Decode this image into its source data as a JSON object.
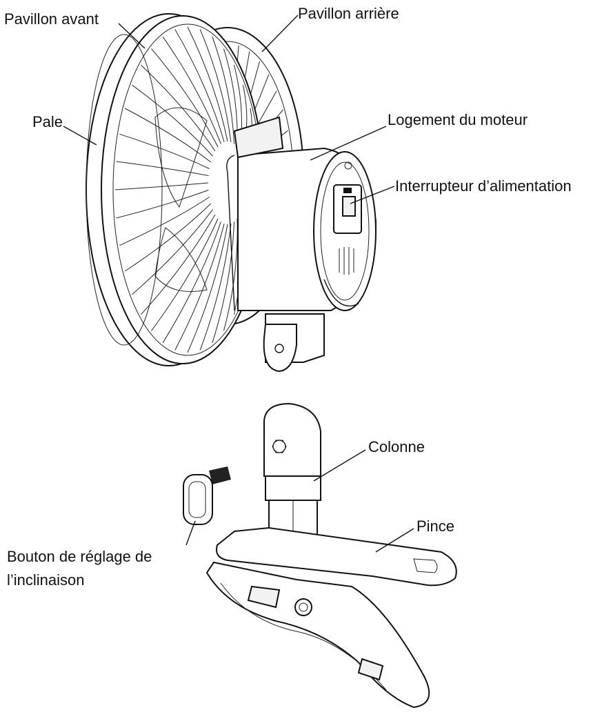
{
  "labels": {
    "front_grille": "Pavillon avant",
    "rear_grille": "Pavillon arrière",
    "blade": "Pale",
    "motor_housing": "Logement du moteur",
    "power_switch": "Interrupteur d’alimentation",
    "column": "Colonne",
    "clamp": "Pince",
    "tilt_knob_line1": "Bouton de réglage de",
    "tilt_knob_line2": "l’inclinaison"
  },
  "colors": {
    "ink": "#111111",
    "paper": "#ffffff"
  }
}
